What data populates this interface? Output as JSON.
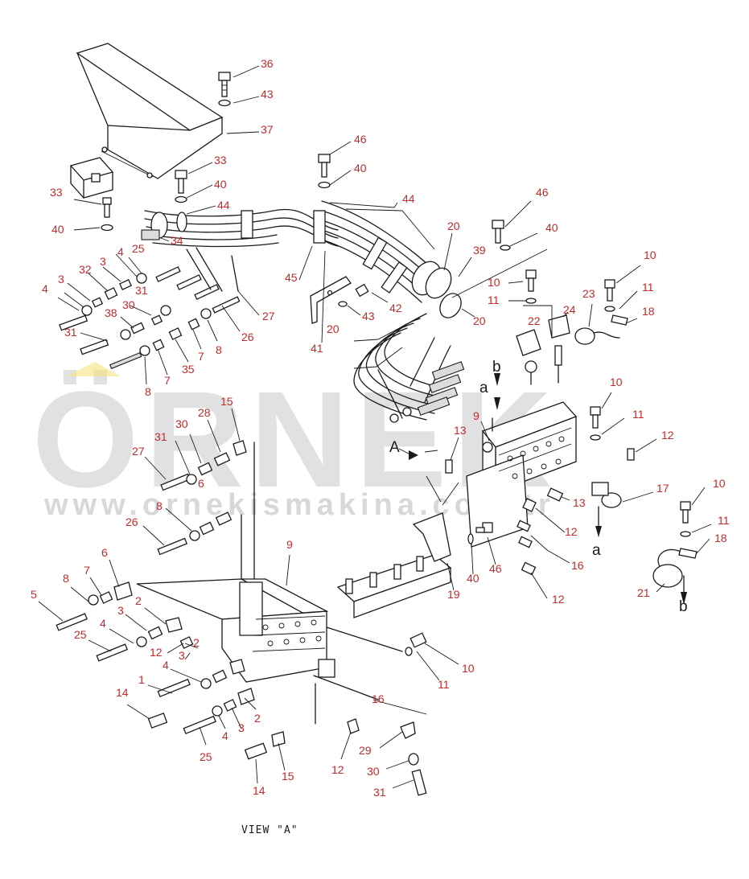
{
  "watermark": {
    "brand": "ÖRNEK",
    "url": "www.ornekismakina.com.tr"
  },
  "caption": "VIEW \"A\"",
  "letters": {
    "a": "a",
    "b": "b",
    "A": "A"
  },
  "callouts": [
    {
      "id": "c36",
      "label": "36"
    },
    {
      "id": "c43a",
      "label": "43"
    },
    {
      "id": "c37",
      "label": "37"
    },
    {
      "id": "c33a",
      "label": "33"
    },
    {
      "id": "c40a",
      "label": "40"
    },
    {
      "id": "c44a",
      "label": "44"
    },
    {
      "id": "c33b",
      "label": "33"
    },
    {
      "id": "c40b",
      "label": "40"
    },
    {
      "id": "c34",
      "label": "34"
    },
    {
      "id": "c25a",
      "label": "25"
    },
    {
      "id": "c46a",
      "label": "46"
    },
    {
      "id": "c40c",
      "label": "40"
    },
    {
      "id": "c44b",
      "label": "44"
    },
    {
      "id": "c20a",
      "label": "20"
    },
    {
      "id": "c39",
      "label": "39"
    },
    {
      "id": "c46b",
      "label": "46"
    },
    {
      "id": "c40d",
      "label": "40"
    },
    {
      "id": "c10a",
      "label": "10"
    },
    {
      "id": "c11a",
      "label": "11"
    },
    {
      "id": "c10b",
      "label": "10"
    },
    {
      "id": "c23",
      "label": "23"
    },
    {
      "id": "c11b",
      "label": "11"
    },
    {
      "id": "c18a",
      "label": "18"
    },
    {
      "id": "c24",
      "label": "24"
    },
    {
      "id": "c22",
      "label": "22"
    },
    {
      "id": "c20b",
      "label": "20"
    },
    {
      "id": "c45",
      "label": "45"
    },
    {
      "id": "c42",
      "label": "42"
    },
    {
      "id": "c43b",
      "label": "43"
    },
    {
      "id": "c41",
      "label": "41"
    },
    {
      "id": "c20c",
      "label": "20"
    },
    {
      "id": "c27a",
      "label": "27"
    },
    {
      "id": "c26a",
      "label": "26"
    },
    {
      "id": "c4a",
      "label": "4"
    },
    {
      "id": "c3a",
      "label": "3"
    },
    {
      "id": "c32",
      "label": "32"
    },
    {
      "id": "c31a",
      "label": "31"
    },
    {
      "id": "c3b",
      "label": "3"
    },
    {
      "id": "c4b",
      "label": "4"
    },
    {
      "id": "c38",
      "label": "38"
    },
    {
      "id": "c30a",
      "label": "30"
    },
    {
      "id": "c31b",
      "label": "31"
    },
    {
      "id": "c8a",
      "label": "8"
    },
    {
      "id": "c7a",
      "label": "7"
    },
    {
      "id": "c35",
      "label": "35"
    },
    {
      "id": "c7b",
      "label": "7"
    },
    {
      "id": "c8b",
      "label": "8"
    },
    {
      "id": "c10c",
      "label": "10"
    },
    {
      "id": "c11c",
      "label": "11"
    },
    {
      "id": "c12a",
      "label": "12"
    },
    {
      "id": "c9a",
      "label": "9"
    },
    {
      "id": "c13a",
      "label": "13"
    },
    {
      "id": "c17",
      "label": "17"
    },
    {
      "id": "c13b",
      "label": "13"
    },
    {
      "id": "c10d",
      "label": "10"
    },
    {
      "id": "c11d",
      "label": "11"
    },
    {
      "id": "c18b",
      "label": "18"
    },
    {
      "id": "c12b",
      "label": "12"
    },
    {
      "id": "c16a",
      "label": "16"
    },
    {
      "id": "c12c",
      "label": "12"
    },
    {
      "id": "c21",
      "label": "21"
    },
    {
      "id": "c40e",
      "label": "40"
    },
    {
      "id": "c46c",
      "label": "46"
    },
    {
      "id": "c19",
      "label": "19"
    },
    {
      "id": "c15a",
      "label": "15"
    },
    {
      "id": "c28",
      "label": "28"
    },
    {
      "id": "c30b",
      "label": "30"
    },
    {
      "id": "c31c",
      "label": "31"
    },
    {
      "id": "c6a",
      "label": "6"
    },
    {
      "id": "c27b",
      "label": "27"
    },
    {
      "id": "c8c",
      "label": "8"
    },
    {
      "id": "c26b",
      "label": "26"
    },
    {
      "id": "c9b",
      "label": "9"
    },
    {
      "id": "c6b",
      "label": "6"
    },
    {
      "id": "c7c",
      "label": "7"
    },
    {
      "id": "c8d",
      "label": "8"
    },
    {
      "id": "c5",
      "label": "5"
    },
    {
      "id": "c2a",
      "label": "2"
    },
    {
      "id": "c3c",
      "label": "3"
    },
    {
      "id": "c4c",
      "label": "4"
    },
    {
      "id": "c25b",
      "label": "25"
    },
    {
      "id": "c12d",
      "label": "12"
    },
    {
      "id": "c2b",
      "label": "2"
    },
    {
      "id": "c3d",
      "label": "3"
    },
    {
      "id": "c4d",
      "label": "4"
    },
    {
      "id": "c1",
      "label": "1"
    },
    {
      "id": "c14a",
      "label": "14"
    },
    {
      "id": "c4e",
      "label": "4"
    },
    {
      "id": "c3e",
      "label": "3"
    },
    {
      "id": "c2c",
      "label": "2"
    },
    {
      "id": "c25c",
      "label": "25"
    },
    {
      "id": "c10e",
      "label": "10"
    },
    {
      "id": "c11e",
      "label": "11"
    },
    {
      "id": "c16b",
      "label": "16"
    },
    {
      "id": "c12e",
      "label": "12"
    },
    {
      "id": "c29",
      "label": "29"
    },
    {
      "id": "c30c",
      "label": "30"
    },
    {
      "id": "c31d",
      "label": "31"
    },
    {
      "id": "c15b",
      "label": "15"
    },
    {
      "id": "c14b",
      "label": "14"
    }
  ]
}
